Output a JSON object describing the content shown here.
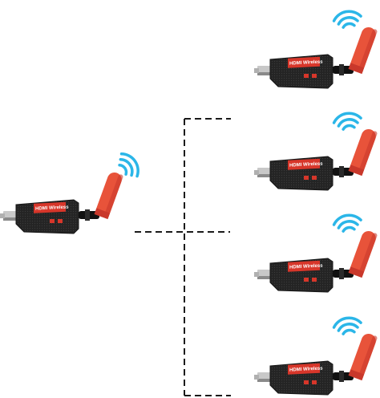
{
  "dongle_label": "HDMI Wireless",
  "transmitter": {
    "role": "transmitter",
    "label": "HDMI Wireless"
  },
  "receivers": [
    {
      "role": "receiver",
      "index": 1,
      "label": "HDMI Wireless"
    },
    {
      "role": "receiver",
      "index": 2,
      "label": "HDMI Wireless"
    },
    {
      "role": "receiver",
      "index": 3,
      "label": "HDMI Wireless"
    },
    {
      "role": "receiver",
      "index": 4,
      "label": "HDMI Wireless"
    }
  ],
  "colors": {
    "antenna": "#e8533a",
    "antenna_dark": "#c9382b",
    "label_red": "#d7362a",
    "body": "#222222",
    "body_dark": "#161616",
    "signal": "#2bb6e8",
    "connector": "#c8c8c8",
    "connector_shadow": "#8a8a8a",
    "line": "#1a1a1a"
  }
}
